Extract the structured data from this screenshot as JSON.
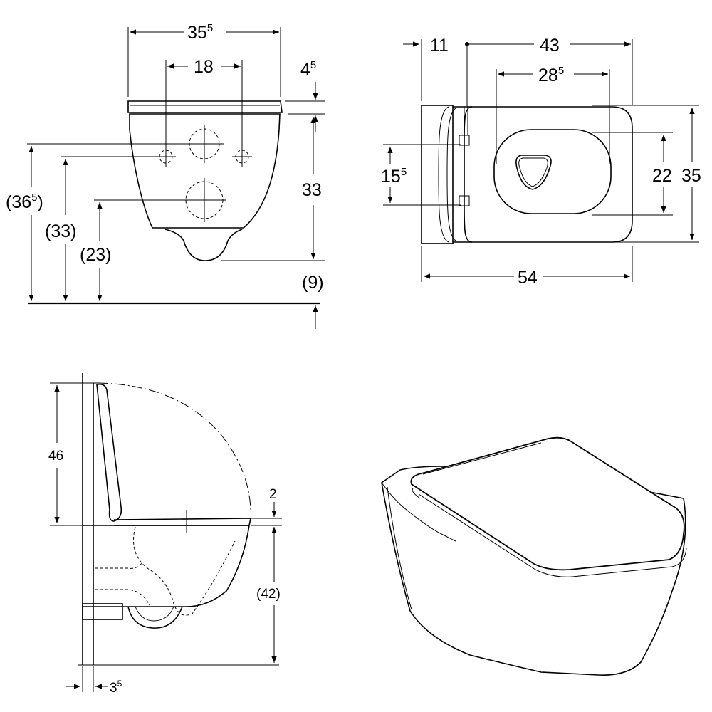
{
  "front_view": {
    "width_main": "35",
    "width_main_sup": "5",
    "hole_spacing": "18",
    "top_offset": "4",
    "top_offset_sup": "5",
    "bowl_height": "33",
    "floor_gap": "(9)",
    "height_upper_hole": "(36",
    "height_upper_hole_sup": "5",
    "height_upper_hole_close": ")",
    "height_side_holes": "(33)",
    "height_lower_hole": "(23)"
  },
  "top_view": {
    "rear_offset": "11",
    "seat_depth": "43",
    "opening_width": "28",
    "opening_width_sup": "5",
    "hinge_spacing": "15",
    "hinge_spacing_sup": "5",
    "opening_height": "22",
    "overall_width": "35",
    "overall_depth": "54"
  },
  "side_view": {
    "lid_height": "46",
    "seat_thickness": "2",
    "seat_height": "(42)",
    "wall_gap": "3",
    "wall_gap_sup": "5"
  }
}
